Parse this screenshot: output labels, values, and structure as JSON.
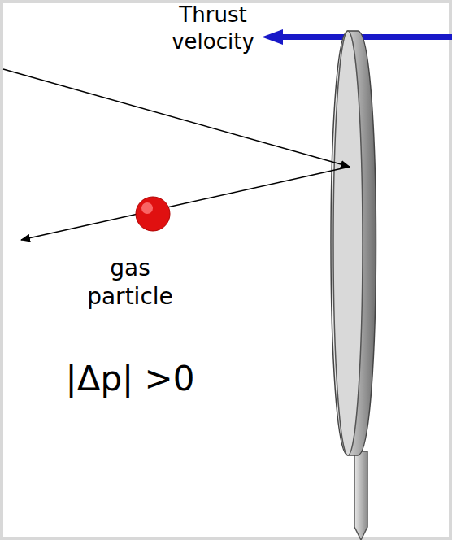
{
  "diagram": {
    "labels": [
      "Thrust velocity",
      "gas particle",
      "|Δp| >0"
    ]
  }
}
